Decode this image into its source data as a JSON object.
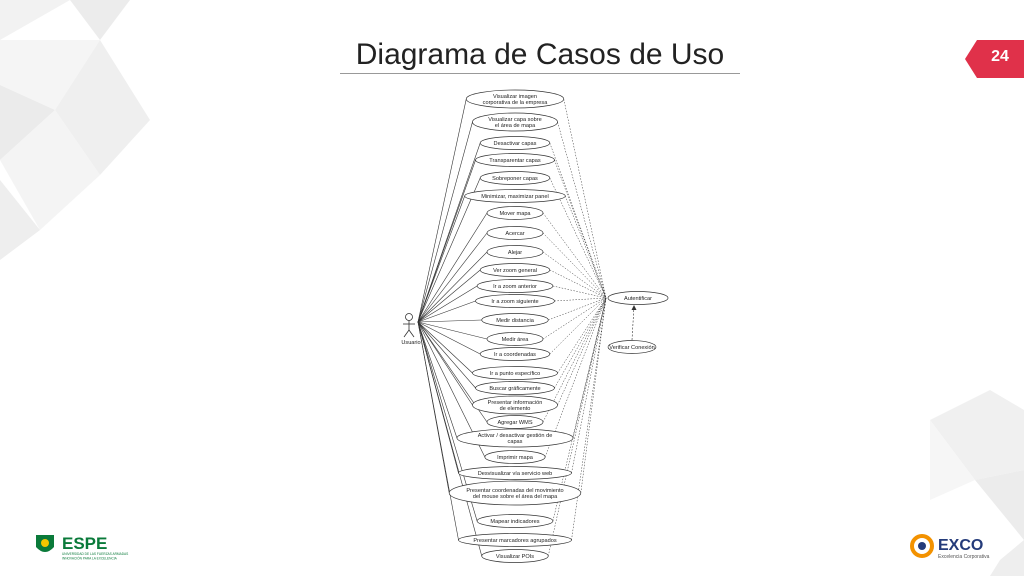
{
  "slide": {
    "title": "Diagrama de Casos de Uso",
    "page_number": "24"
  },
  "diagram": {
    "actor": "Usuario",
    "use_cases": [
      [
        "Visualizar imagen",
        "corporativa de la empresa"
      ],
      [
        "Visualizar capa sobre",
        "el área de mapa"
      ],
      [
        "Desactivar capas"
      ],
      [
        "Transparentar capas"
      ],
      [
        "Sobreponer capas"
      ],
      [
        "Minimizar, maximizar panel"
      ],
      [
        "Mover mapa"
      ],
      [
        "Acercar"
      ],
      [
        "Alejar"
      ],
      [
        "Ver zoom general"
      ],
      [
        "Ir a zoom anterior"
      ],
      [
        "Ir a zoom siguiente"
      ],
      [
        "Medir distancia"
      ],
      [
        "Medir área"
      ],
      [
        "Ir a coordenadas"
      ],
      [
        "Ir a punto específico"
      ],
      [
        "Buscar gráficamente"
      ],
      [
        "Presentar información",
        "de elemento"
      ],
      [
        "Agregar WMS"
      ],
      [
        "Activar / desactivar gestión de",
        "capas"
      ],
      [
        "Imprimir mapa"
      ],
      [
        "Desvisualizar vía servicio web"
      ],
      [
        "Presentar coordenadas del movimiento",
        "del mouse sobre el área del mapa"
      ],
      [
        "Mapear indicadores"
      ],
      [
        "Presentar marcadores agrupados"
      ],
      [
        "Visualizar POIs"
      ]
    ],
    "auth_use_case": "Autentificar",
    "check_use_case": "Verificar Conexión"
  },
  "logos": {
    "left_name": "ESPE",
    "left_sub1": "UNIVERSIDAD DE LAS FUERZAS ARMADAS",
    "left_sub2": "INNOVACIÓN PARA LA EXCELENCIA",
    "right_name": "EXCO",
    "right_sub": "Excelencia Corporativa"
  },
  "colors": {
    "badge": "#e0314a",
    "deco": "#eeeeee",
    "espe_green": "#0a7a3a",
    "exco_orange": "#f39200",
    "exco_blue": "#243b7a"
  }
}
